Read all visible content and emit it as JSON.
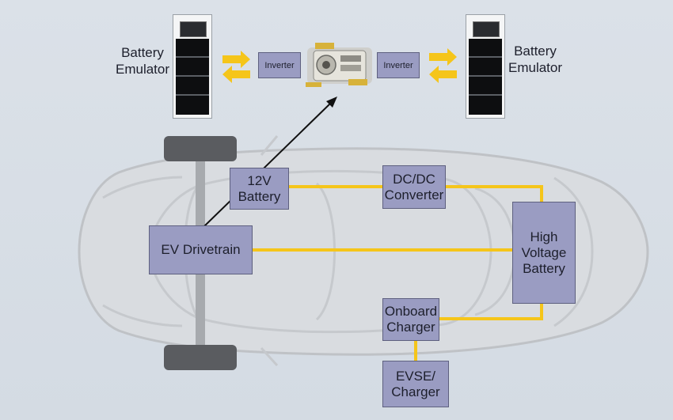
{
  "emulator_left_label": "Battery\nEmulator",
  "emulator_right_label": "Battery\nEmulator",
  "inverter_left_label": "Inverter",
  "inverter_right_label": "Inverter",
  "boxes": {
    "battery_12v": "12V\nBattery",
    "dcdc": "DC/DC\nConverter",
    "ev_drivetrain": "EV Drivetrain",
    "hv_battery": "High\nVoltage\nBattery",
    "onboard_charger": "Onboard\nCharger",
    "evse": "EVSE/\nCharger"
  },
  "colors": {
    "connector": "#f5c51a",
    "box_fill": "#9a9cc2",
    "car_outline": "#c4c4c4"
  }
}
